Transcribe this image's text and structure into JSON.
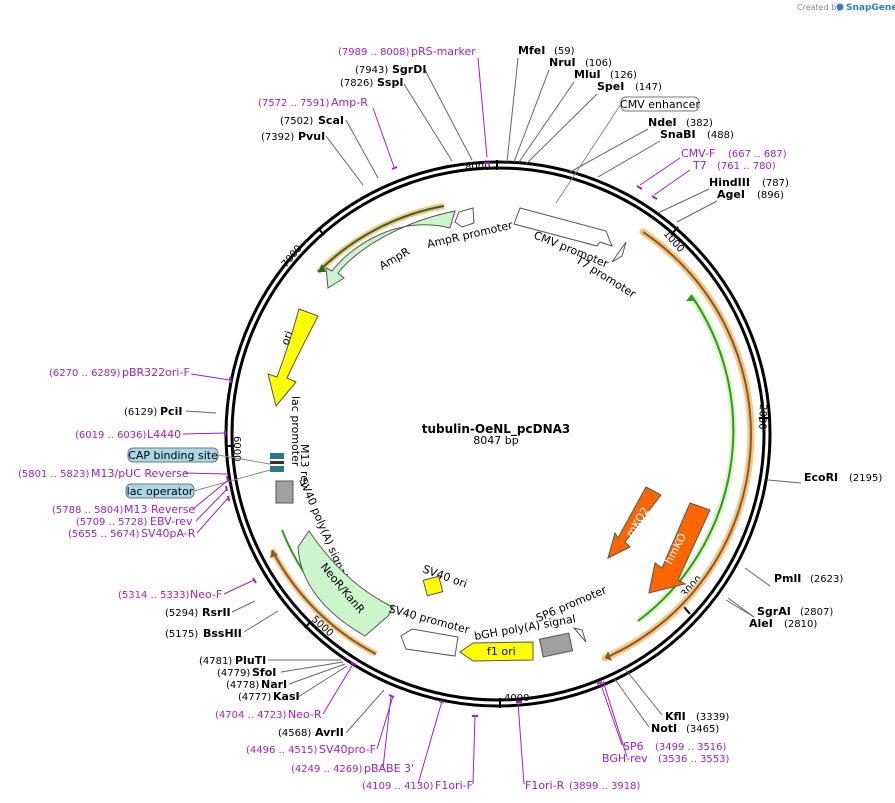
{
  "credit": {
    "created_by": "Created by",
    "brand": "SnapGene"
  },
  "plasmid": {
    "name": "tubulin-OeNL_pcDNA3",
    "size_label": "8047 bp",
    "length": 8047
  },
  "ticks": [
    "1000",
    "2000",
    "3000",
    "4000",
    "5000",
    "6000",
    "7000",
    "8000"
  ],
  "enzymes": [
    {
      "name": "MfeI",
      "pos": "(59)"
    },
    {
      "name": "NruI",
      "pos": "(106)"
    },
    {
      "name": "MluI",
      "pos": "(126)"
    },
    {
      "name": "SpeI",
      "pos": "(147)"
    },
    {
      "name": "NdeI",
      "pos": "(382)"
    },
    {
      "name": "SnaBI",
      "pos": "(488)"
    },
    {
      "name": "HindIII",
      "pos": "(787)"
    },
    {
      "name": "AgeI",
      "pos": "(896)"
    },
    {
      "name": "EcoRI",
      "pos": "(2195)"
    },
    {
      "name": "PmlI",
      "pos": "(2623)"
    },
    {
      "name": "SgrAI",
      "pos": "(2807)"
    },
    {
      "name": "AleI",
      "pos": "(2810)"
    },
    {
      "name": "KflI",
      "pos": "(3339)"
    },
    {
      "name": "NotI",
      "pos": "(3465)"
    },
    {
      "name": "AvrII",
      "pos": "(4568)"
    },
    {
      "name": "KasI",
      "pos": "(4777)"
    },
    {
      "name": "NarI",
      "pos": "(4778)"
    },
    {
      "name": "SfoI",
      "pos": "(4779)"
    },
    {
      "name": "PluTI",
      "pos": "(4781)"
    },
    {
      "name": "BssHII",
      "pos": "(5175)"
    },
    {
      "name": "RsrII",
      "pos": "(5294)"
    },
    {
      "name": "PciI",
      "pos": "(6129)"
    },
    {
      "name": "PvuI",
      "pos": "(7392)"
    },
    {
      "name": "ScaI",
      "pos": "(7502)"
    },
    {
      "name": "SspI",
      "pos": "(7826)"
    },
    {
      "name": "SgrDI",
      "pos": "(7943)"
    }
  ],
  "primers": [
    {
      "name": "pRS-marker",
      "pos": "(7989 .. 8008)"
    },
    {
      "name": "Amp-R",
      "pos": "(7572 .. 7591)"
    },
    {
      "name": "CMV-F",
      "pos": "(667 .. 687)"
    },
    {
      "name": "T7",
      "pos": "(761 .. 780)"
    },
    {
      "name": "pBR322ori-F",
      "pos": "(6270 .. 6289)"
    },
    {
      "name": "L4440",
      "pos": "(6019 .. 6036)"
    },
    {
      "name": "M13/pUC Reverse",
      "pos": "(5801 .. 5823)"
    },
    {
      "name": "M13 Reverse",
      "pos": "(5788 .. 5804)"
    },
    {
      "name": "EBV-rev",
      "pos": "(5709 .. 5728)"
    },
    {
      "name": "SV40pA-R",
      "pos": "(5655 .. 5674)"
    },
    {
      "name": "Neo-F",
      "pos": "(5314 .. 5333)"
    },
    {
      "name": "Neo-R",
      "pos": "(4704 .. 4723)"
    },
    {
      "name": "SV40pro-F",
      "pos": "(4496 .. 4515)"
    },
    {
      "name": "pBABE 3'",
      "pos": "(4249 .. 4269)"
    },
    {
      "name": "F1ori-F",
      "pos": "(4109 .. 4130)"
    },
    {
      "name": "F1ori-R",
      "pos": "(3899 .. 3918)"
    },
    {
      "name": "SP6",
      "pos": "(3499 .. 3516)"
    },
    {
      "name": "BGH-rev",
      "pos": "(3536 .. 3553)"
    }
  ],
  "boxed_features": {
    "cmv_enhancer": "CMV enhancer",
    "cap_binding_site": "CAP binding site",
    "lac_operator": "lac operator"
  },
  "features": {
    "cmv_promoter": "CMV promoter",
    "t7_promoter": "T7 promoter",
    "amp_promoter": "AmpR promoter",
    "ampr": "AmpR",
    "ori": "ori",
    "lac_promoter": "lac promoter",
    "m13_rev": "M13 rev",
    "sv40_polya": "SV40 poly(A) signal",
    "neo": "NeoR/KanR",
    "sv40_promoter": "SV40 promoter",
    "sv40_ori": "SV40 ori",
    "f1_ori": "f1 ori",
    "bgh_polya": "bGH poly(A) signal",
    "sp6_promoter": "SP6 promoter",
    "mko2": "mKO2",
    "hmko": "hmKO"
  },
  "colors": {
    "promoter": "#ffffff",
    "ampr": "#ccf5cc",
    "ori": "#ffff00",
    "mko": "#ff6600",
    "polya": "#a0a0a0",
    "primer": "#a020c8",
    "orf": "#2e9a1e",
    "orf_halo": "#f5c486",
    "boxed_blue": "#a8d8e8"
  }
}
